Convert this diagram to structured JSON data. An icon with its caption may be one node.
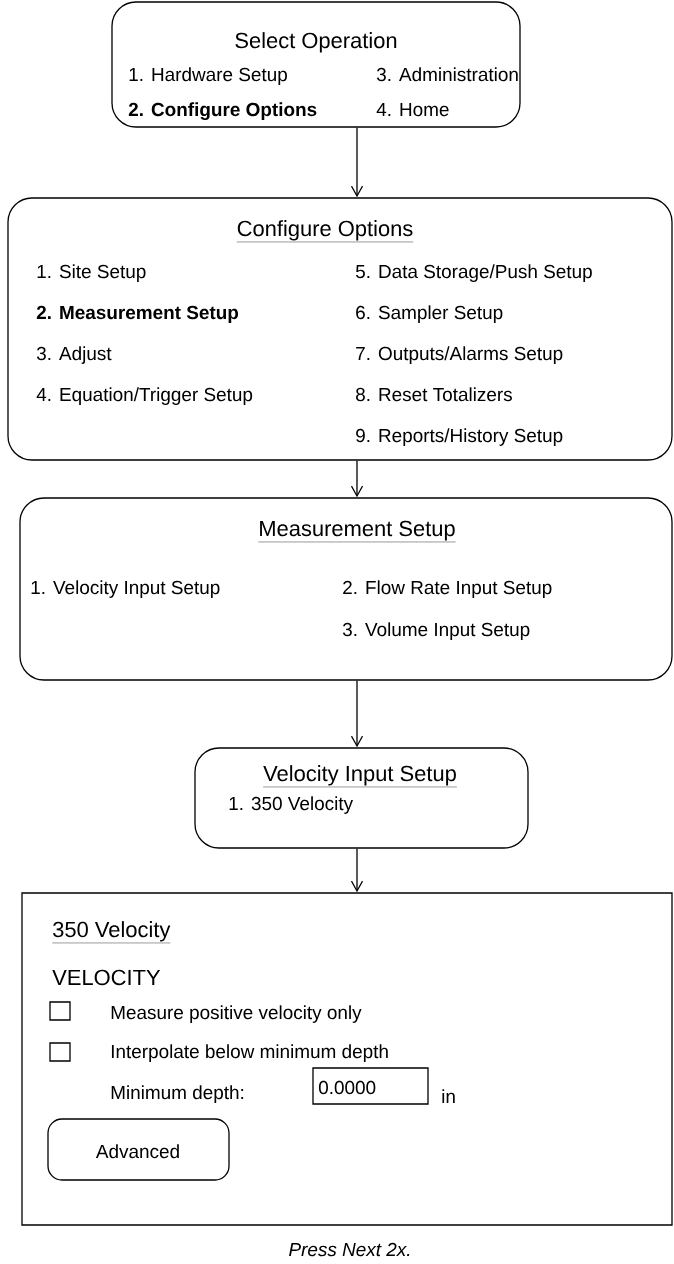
{
  "diagram": {
    "caption": "Press Next 2x.",
    "nodes": [
      {
        "text": [
          "Select Operation",
          "1. Hardware Setup",
          "3. Administration",
          "2. Configure Options",
          "4. Home"
        ]
      },
      {
        "text": [
          "Configure Options",
          "1. Site Setup",
          "2. Measurement Setup",
          "3. Adjust",
          "4. Equation/Trigger Setup",
          "5. Data Storage/Push Setup",
          "6. Sampler Setup",
          "7. Outputs/Alarms Setup",
          "8. Reset Totalizers",
          "9. Reports/History Setup"
        ]
      },
      {
        "text": [
          "Measurement Setup",
          "1. Velocity Input Setup",
          "2. Flow Rate Input Setup",
          "3. Volume Input Setup"
        ]
      },
      {
        "text": [
          "Velocity Input Setup",
          "1. 350 Velocity"
        ]
      },
      {
        "text": [
          "350 Velocity",
          "VELOCITY",
          "Measure positive velocity only",
          "Interpolate below minimum depth",
          "Minimum depth:",
          "in"
        ]
      },
      {
        "text": [
          "0.0000"
        ],
        "in": 4
      },
      {
        "text": [
          "Advanced"
        ],
        "in": 4
      }
    ],
    "edges": [
      {
        "from": 0,
        "to": 1,
        "arrow": "to"
      },
      {
        "from": 1,
        "to": 2,
        "arrow": "to"
      },
      {
        "from": 2,
        "to": 3,
        "arrow": "to"
      },
      {
        "from": 3,
        "to": 4,
        "arrow": "to"
      }
    ]
  }
}
